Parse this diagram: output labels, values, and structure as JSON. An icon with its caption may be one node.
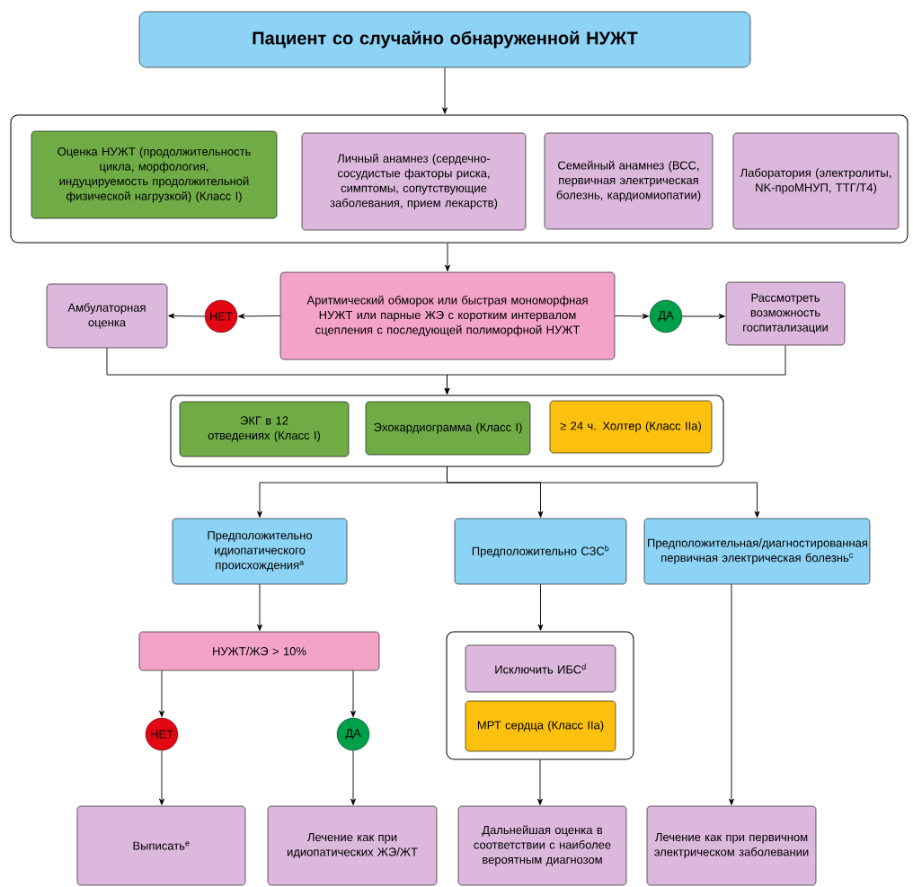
{
  "diagram": {
    "nodes": [
      {
        "text": [
          "Пациент со случайно обнаруженной НУЖТ"
        ]
      },
      {
        "text": [],
        "shape": "box"
      },
      {
        "text": [
          "Оценка НУЖТ (продолжительность цикла, морфология, индуцируемость продолжительной физической нагрузкой) (Класс I)"
        ],
        "in": 1
      },
      {
        "text": [
          "Личный анамнез (сердечно-сосудистые факторы риска, симптомы, сопутствующие заболевания, прием лекарств)"
        ],
        "in": 1
      },
      {
        "text": [
          "Семейный анамнез (ВСС, первичная электрическая болезнь, кардиомиопатии)"
        ],
        "in": 1
      },
      {
        "text": [
          "Лаборатория (электролиты, NK-проМНУП, ТТГ/Т4)"
        ],
        "in": 1
      },
      {
        "text": [
          "Аритмический обморок или быстрая мономорфная НУЖТ или парные ЖЭ с коротким интервалом сцепления с последующей полиморфной НУЖТ"
        ]
      },
      {
        "text": [
          "НЕТ"
        ]
      },
      {
        "text": [
          "Амбулаторная оценка"
        ]
      },
      {
        "text": [
          "ДА"
        ]
      },
      {
        "text": [
          "Рассмотреть возможность госпитализации"
        ]
      },
      {
        "text": [],
        "shape": "box"
      },
      {
        "text": [
          "ЭКГ в 12 отведениях (Класс I)"
        ],
        "in": 11
      },
      {
        "text": [
          "Эхокардиограмма (Класс I)"
        ],
        "in": 11
      },
      {
        "text": [
          "≥ 24 ч. Холтер (Класс IIa)"
        ],
        "in": 11
      },
      {
        "text": [
          "Предположительно идиопатического происхождения$^{a}$"
        ]
      },
      {
        "text": [
          "Предположительно СЗС$^{b}$"
        ]
      },
      {
        "text": [
          "Предположительная/диагностированная первичная электрическая болезнь$^{c}$"
        ]
      },
      {
        "text": [
          "НУЖТ/ЖЭ > 10%"
        ]
      },
      {
        "text": [
          "НЕТ"
        ]
      },
      {
        "text": [
          "ДА"
        ]
      },
      {
        "text": [],
        "shape": "box"
      },
      {
        "text": [
          "Исключить ИБС$^{d}$"
        ],
        "in": 21
      },
      {
        "text": [
          "МРТ сердца (Класс IIa)"
        ],
        "in": 21
      },
      {
        "text": [
          "Выписать$^{e}$"
        ]
      },
      {
        "text": [
          "Лечение как при идиопатических ЖЭ/ЖТ"
        ]
      },
      {
        "text": [
          "Дальнейшая оценка в соответствии с наиболее вероятным диагнозом"
        ]
      },
      {
        "text": [
          "Лечение как при первичном электрическом заболевании"
        ]
      }
    ],
    "edges": [
      {
        "from": 0,
        "to": 1,
        "arrow": "to"
      },
      {
        "from": 1,
        "to": 6,
        "arrow": "to"
      },
      {
        "from": 6,
        "to": 7,
        "arrow": "to"
      },
      {
        "from": 7,
        "to": 8,
        "arrow": "to"
      },
      {
        "from": 6,
        "to": 9,
        "arrow": "to"
      },
      {
        "from": 9,
        "to": 10,
        "arrow": "to"
      },
      {
        "from": 8,
        "to": 11,
        "arrow": "to"
      },
      {
        "from": 10,
        "to": 11,
        "arrow": "to"
      },
      {
        "from": 11,
        "to": 15,
        "arrow": "to"
      },
      {
        "from": 11,
        "to": 16,
        "arrow": "to"
      },
      {
        "from": 11,
        "to": 17,
        "arrow": "to"
      },
      {
        "from": 15,
        "to": 18,
        "arrow": "to"
      },
      {
        "from": 18,
        "to": 19,
        "arrow": "to"
      },
      {
        "from": 18,
        "to": 20,
        "arrow": "to"
      },
      {
        "from": 19,
        "to": 24,
        "arrow": "to"
      },
      {
        "from": 20,
        "to": 25,
        "arrow": "to"
      },
      {
        "from": 16,
        "to": 21,
        "arrow": "to"
      },
      {
        "from": 21,
        "to": 26,
        "arrow": "to"
      },
      {
        "from": 17,
        "to": 27,
        "arrow": "to"
      }
    ]
  }
}
